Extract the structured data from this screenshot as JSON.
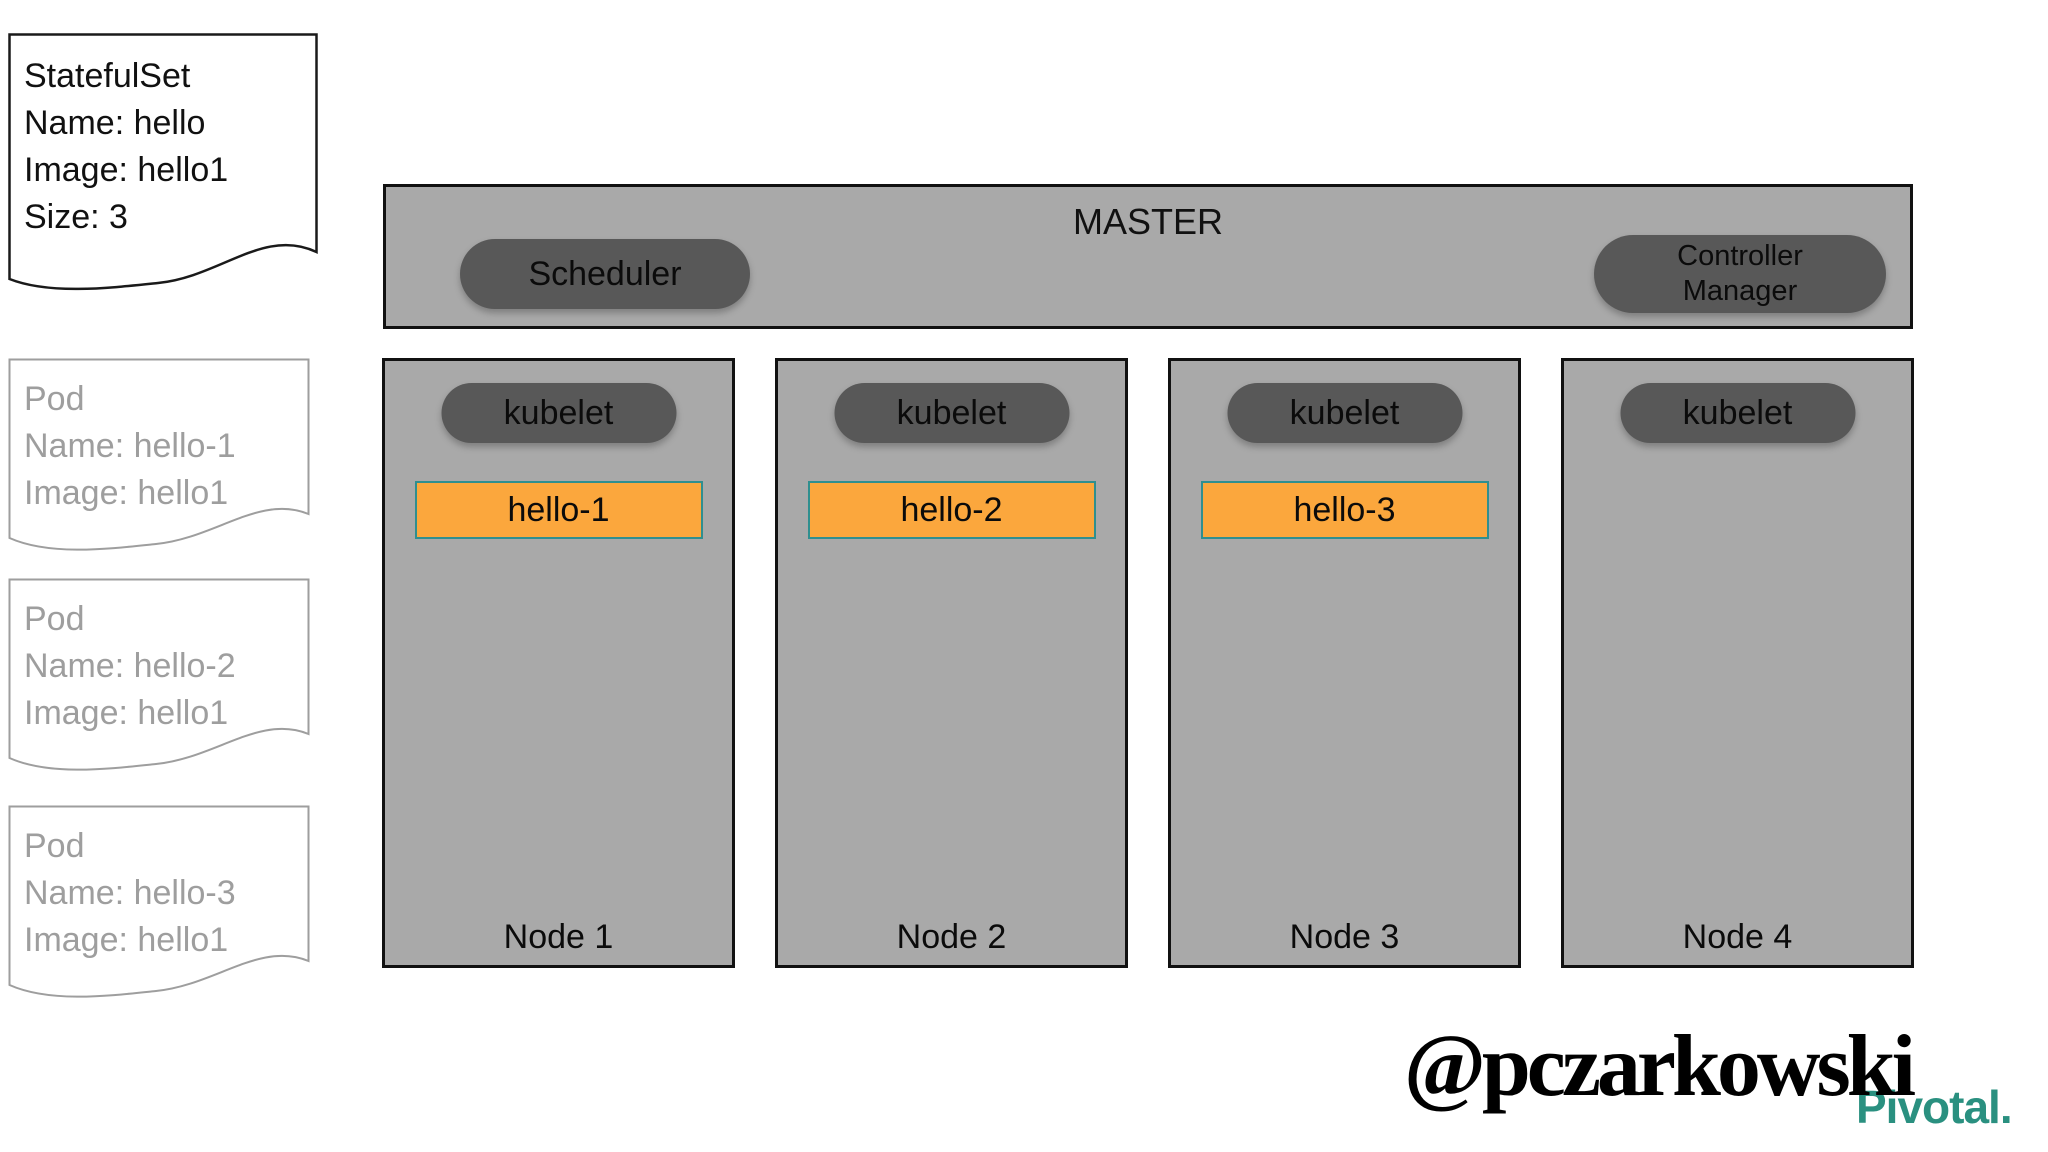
{
  "statefulset_note": {
    "lines": [
      "StatefulSet",
      "Name: hello",
      "Image: hello1",
      "Size: 3"
    ]
  },
  "pod_notes": [
    {
      "lines": [
        "Pod",
        "Name: hello-1",
        "Image: hello1"
      ]
    },
    {
      "lines": [
        "Pod",
        "Name: hello-2",
        "Image: hello1"
      ]
    },
    {
      "lines": [
        "Pod",
        "Name: hello-3",
        "Image: hello1"
      ]
    }
  ],
  "master": {
    "label": "MASTER",
    "scheduler_label": "Scheduler",
    "controller_manager_label": "Controller Manager"
  },
  "nodes": [
    {
      "label": "Node 1",
      "kubelet_label": "kubelet",
      "pod_label": "hello-1"
    },
    {
      "label": "Node 2",
      "kubelet_label": "kubelet",
      "pod_label": "hello-2"
    },
    {
      "label": "Node 3",
      "kubelet_label": "kubelet",
      "pod_label": "hello-3"
    },
    {
      "label": "Node 4",
      "kubelet_label": "kubelet"
    }
  ],
  "footer": {
    "author_handle": "@pczarkowski",
    "logo_text": "Pivotal."
  },
  "colors": {
    "box_gray": "#a9a9a9",
    "pill_dark_gray": "#585858",
    "pod_orange": "#fba73d",
    "pod_border_teal": "#2f8f8f",
    "note_gray": "#9e9e9e",
    "pivotal_teal": "#2a9080",
    "border_black": "#111111",
    "background": "#ffffff"
  }
}
